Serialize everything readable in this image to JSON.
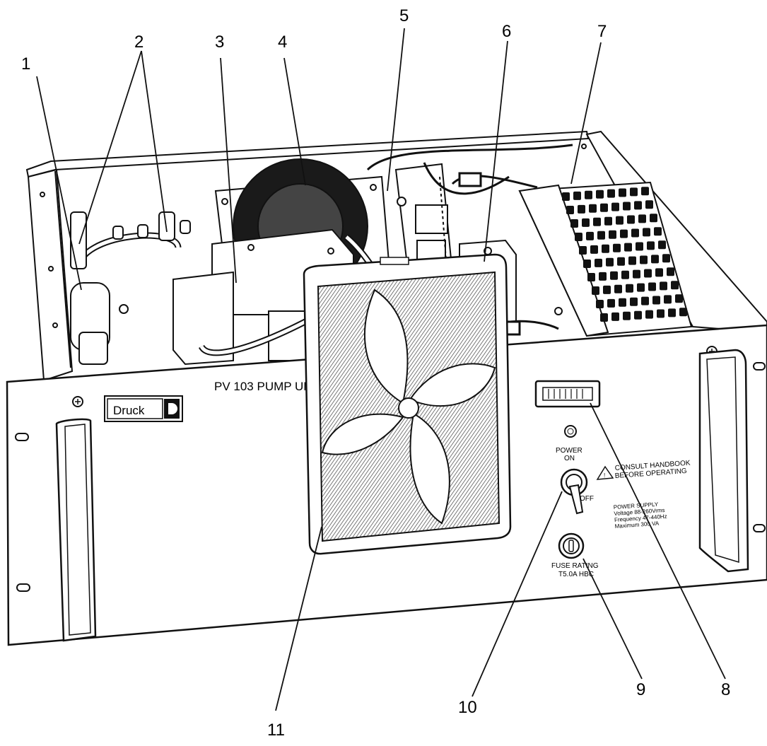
{
  "panel": {
    "title": "PV 103 PUMP UNIT",
    "brand": "Druck",
    "power_label_1": "POWER",
    "power_label_2": "ON",
    "off_label": "OFF",
    "warning_line_1": "CONSULT HANDBOOK",
    "warning_line_2": "BEFORE OPERATING",
    "supply_1": "POWER SUPPLY",
    "supply_2": "Voltage 88-260Vrms",
    "supply_3": "Frequency 47-440Hz",
    "supply_4": "Maximum 300 VA",
    "fuse_1": "FUSE RATING",
    "fuse_2": "T5.0A HBC"
  },
  "callouts": [
    "1",
    "2",
    "3",
    "4",
    "5",
    "6",
    "7",
    "8",
    "9",
    "10",
    "11"
  ],
  "icons": [
    "warning-triangle-icon",
    "fan-icon",
    "handle-icon"
  ]
}
